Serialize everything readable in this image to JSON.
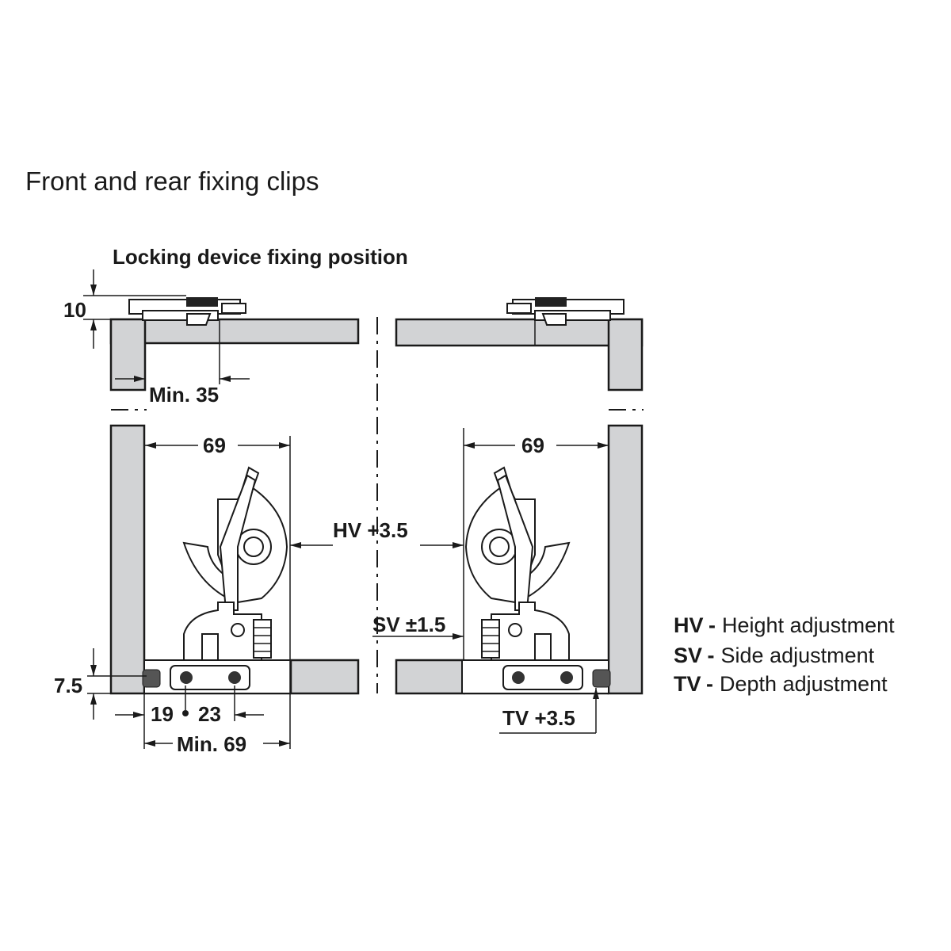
{
  "title": "Front and rear fixing clips",
  "subtitle": "Locking device fixing position",
  "dimensions": {
    "top_height": "10",
    "min_35": "Min. 35",
    "width_left": "69",
    "width_right": "69",
    "hv": "HV +3.5",
    "sv": "SV ±1.5",
    "tv": "TV +3.5",
    "bottom_height": "7.5",
    "dim_19": "19",
    "dim_23": "23",
    "min_69": "Min. 69"
  },
  "legend": [
    {
      "code": "HV",
      "sep": "-",
      "label": "Height adjustment"
    },
    {
      "code": "SV",
      "sep": "-",
      "label": "Side adjustment"
    },
    {
      "code": "TV",
      "sep": "-",
      "label": "Depth adjustment"
    }
  ],
  "colors": {
    "panel": "#d2d3d5",
    "line": "#1a1a1a"
  }
}
